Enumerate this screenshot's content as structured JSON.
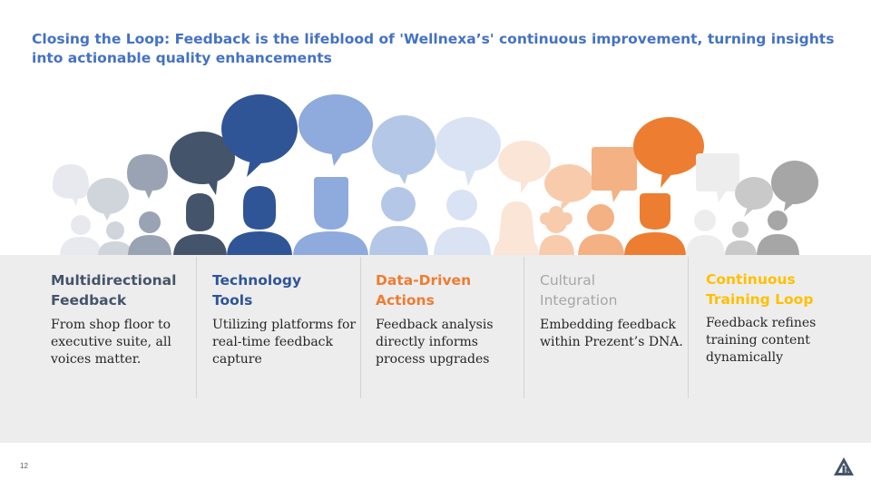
{
  "slide": {
    "title": "Closing the Loop: Feedback is the lifeblood of 'Wellnexa’s' continuous improvement, turning insights into actionable quality enhancements",
    "page_number": "12"
  },
  "columns": [
    {
      "heading": "Multidirectional Feedback",
      "body": "From shop floor to executive suite, all voices matter.",
      "color": "#44546A"
    },
    {
      "heading": "Technology Tools",
      "body": "Utilizing platforms for real-time feedback capture",
      "color": "#2F5597"
    },
    {
      "heading": "Data-Driven Actions",
      "body": "Feedback analysis directly informs process upgrades",
      "color": "#ED7D31"
    },
    {
      "heading": "Cultural Integration",
      "body": "Embedding feedback within Prezent’s DNA.",
      "color": "#A6A6A6"
    },
    {
      "heading": "Continuous Training Loop",
      "body": "Feedback refines training content dynamically",
      "color": "#FFC000"
    }
  ],
  "icons": [
    "people-with-speech-bubbles-illustration",
    "company-logo-icon"
  ],
  "colors": {
    "title": "#4472C4",
    "panel_background": "#EDEDED",
    "crowd_palette": [
      "#E7E9EE",
      "#D0D4DB",
      "#9AA3B3",
      "#44546A",
      "#2F5597",
      "#8FAADC",
      "#B4C7E7",
      "#DAE3F3",
      "#FBE5D6",
      "#F8CBAD",
      "#F4B183",
      "#ED7D31",
      "#EDEDED",
      "#C9C9C9",
      "#A6A6A6"
    ]
  }
}
